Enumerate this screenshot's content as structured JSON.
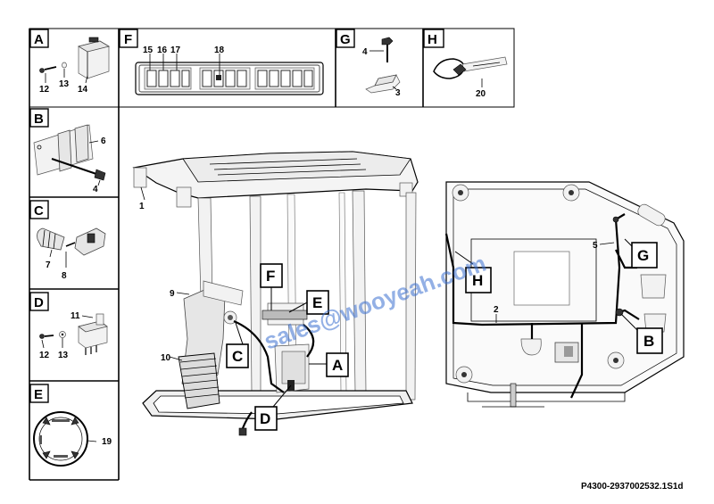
{
  "panels": [
    {
      "letter": "A",
      "labels": [
        "12",
        "13",
        "14"
      ]
    },
    {
      "letter": "B",
      "labels": [
        "6",
        "4"
      ]
    },
    {
      "letter": "C",
      "labels": [
        "7",
        "8"
      ]
    },
    {
      "letter": "D",
      "labels": [
        "11",
        "12",
        "13"
      ]
    },
    {
      "letter": "E",
      "labels": [
        "19"
      ]
    },
    {
      "letter": "F",
      "labels": [
        "15",
        "16",
        "17",
        "18"
      ]
    },
    {
      "letter": "G",
      "labels": [
        "4",
        "3"
      ]
    },
    {
      "letter": "H",
      "labels": [
        "20"
      ]
    }
  ],
  "main_view": {
    "part_labels": [
      "1",
      "9",
      "10"
    ],
    "callouts": [
      "F",
      "E",
      "C",
      "A",
      "D"
    ]
  },
  "top_view": {
    "part_labels": [
      "5",
      "2"
    ],
    "callouts": [
      "G",
      "H",
      "B"
    ]
  },
  "watermark": "sales@wooyeah.com",
  "document_id": "P4300-2937002532.1S1d"
}
